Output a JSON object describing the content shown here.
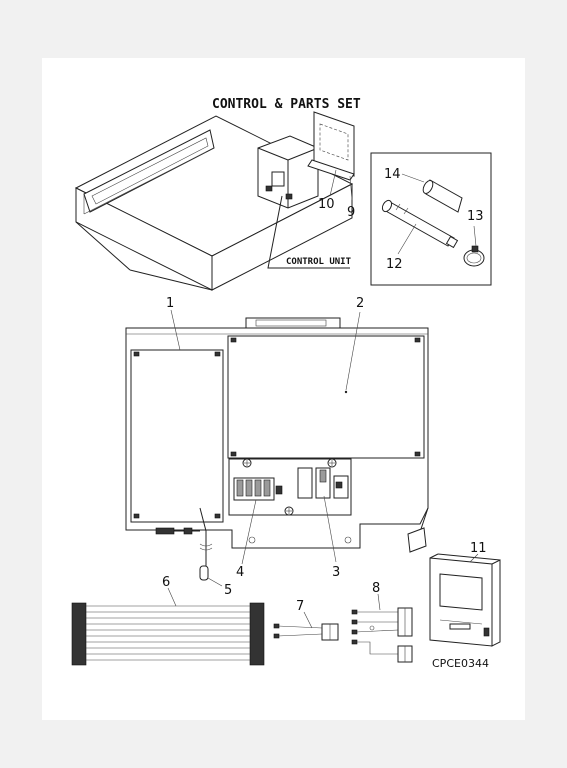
{
  "title": "CONTROL & PARTS SET",
  "control_unit_label": "CONTROL UNIT",
  "drawing_code": "CPCE0344",
  "callouts": [
    "1",
    "2",
    "3",
    "4",
    "5",
    "6",
    "7",
    "8",
    "9",
    "10",
    "11",
    "12",
    "13",
    "14"
  ],
  "colors": {
    "background": "#f1f1f1",
    "sheet": "#ffffff",
    "line": "#222222"
  }
}
